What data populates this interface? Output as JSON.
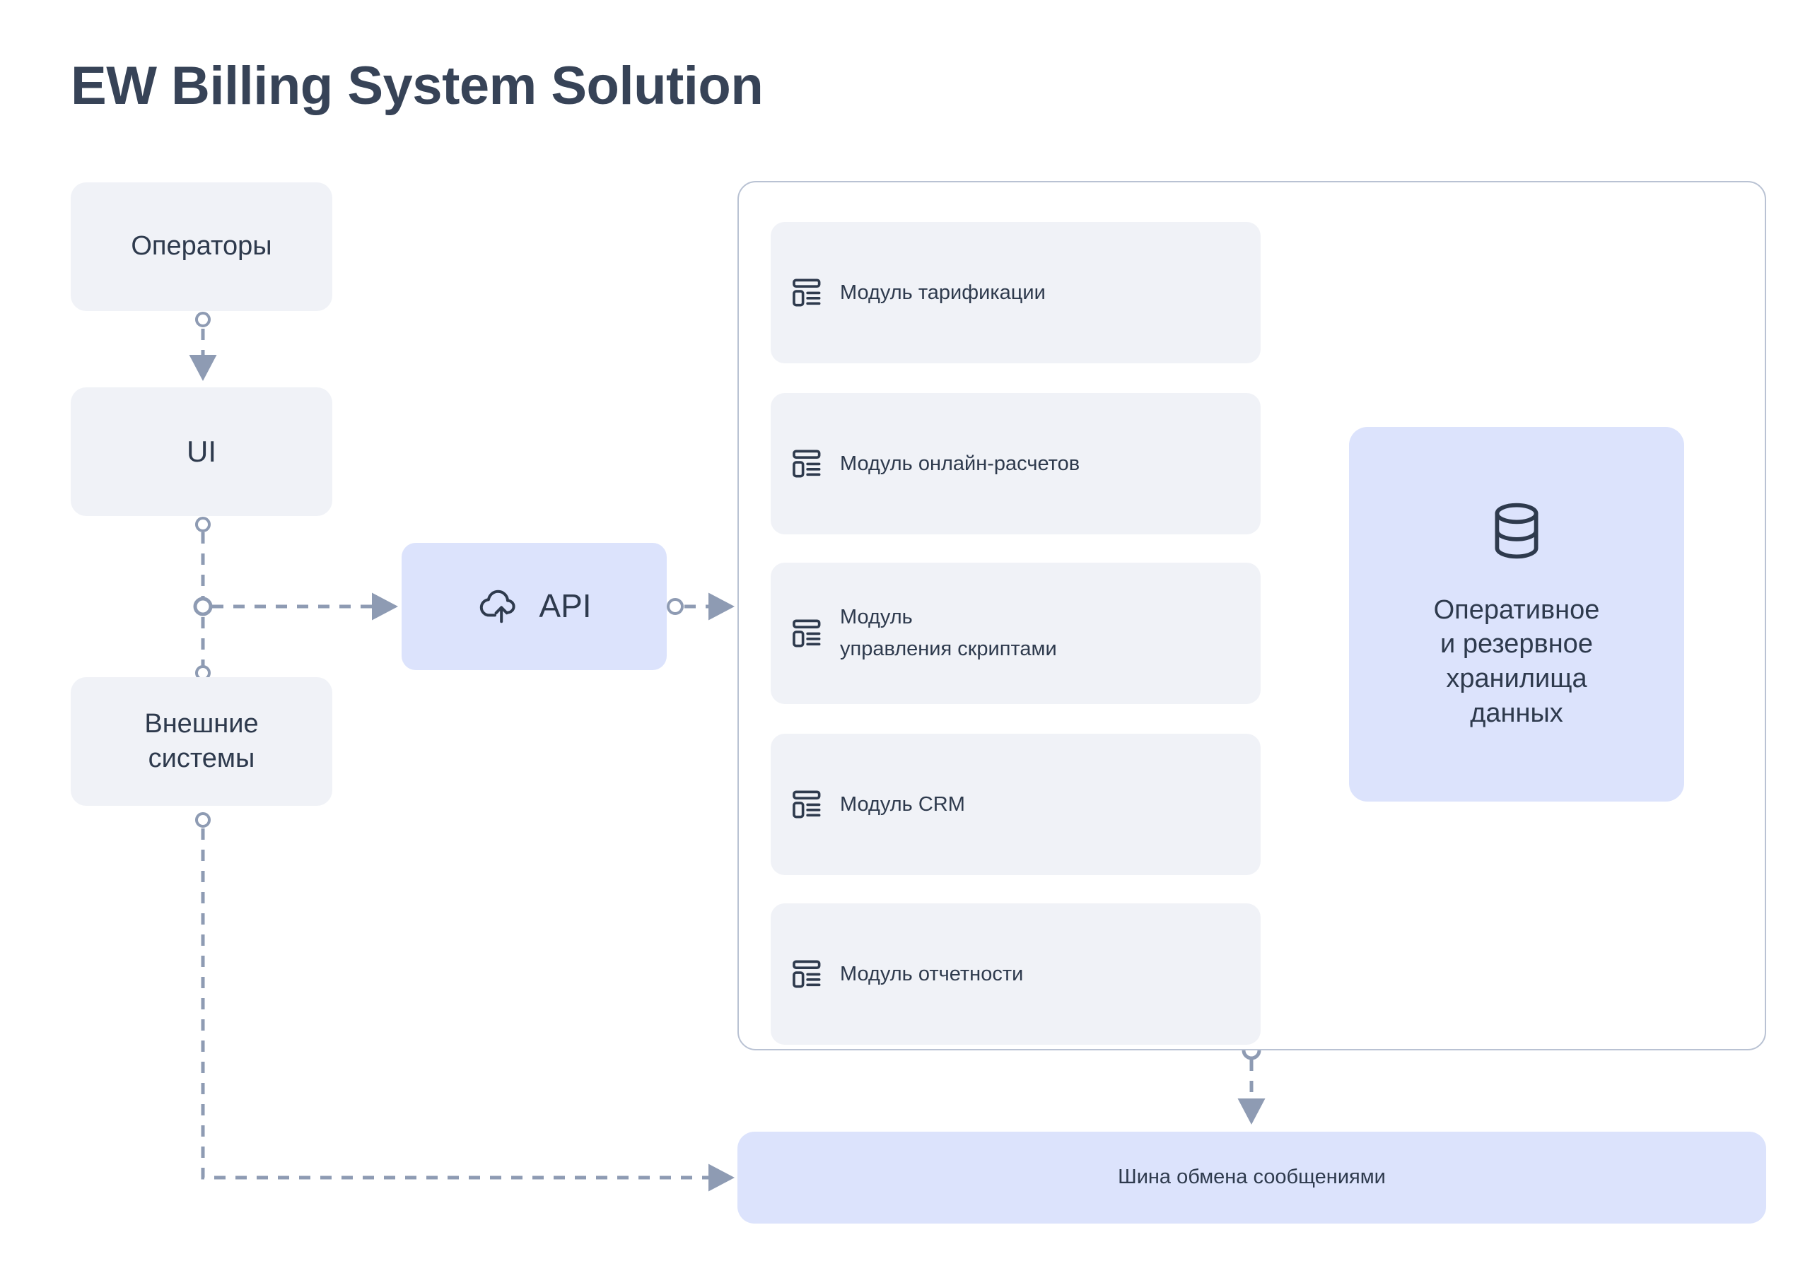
{
  "title": "EW Billing System Solution",
  "colors": {
    "text": "#2e3a4d",
    "title": "#374357",
    "node_grey": "#f0f2f7",
    "node_lavender": "#dce3fc",
    "connector": "#8e9bb3",
    "container_border": "#b9c2d3",
    "background": "#ffffff"
  },
  "left_column": {
    "operators": {
      "label": "Операторы",
      "icon": ""
    },
    "ui": {
      "label": "UI",
      "icon": ""
    },
    "external_systems": {
      "label": "Внешние\nсистемы",
      "icon": ""
    }
  },
  "api": {
    "label": "API",
    "icon": "cloud-upload-icon"
  },
  "system_container": {
    "modules": [
      {
        "label": "Модуль тарификации",
        "icon": "module-layout-icon"
      },
      {
        "label": "Модуль онлайн-расчетов",
        "icon": "module-layout-icon"
      },
      {
        "label": "Модуль\nуправления скриптами",
        "icon": "module-layout-icon"
      },
      {
        "label": "Модуль CRM",
        "icon": "module-layout-icon"
      },
      {
        "label": "Модуль отчетности",
        "icon": "module-layout-icon"
      }
    ],
    "storage": {
      "label": "Оперативное\nи резервное\nхранилища\nданных",
      "icon": "database-icon"
    }
  },
  "message_bus": {
    "label": "Шина обмена сообщениями"
  },
  "connections": [
    {
      "from": "operators",
      "to": "ui",
      "style": "dashed",
      "arrow": true
    },
    {
      "from": "ui",
      "to": "api",
      "style": "dashed",
      "arrow": true
    },
    {
      "from": "api",
      "to": "system_container",
      "style": "dashed",
      "arrow": true
    },
    {
      "from": "external_systems",
      "to": "message_bus",
      "style": "dashed",
      "arrow": true
    },
    {
      "from": "system_container",
      "to": "message_bus",
      "style": "dashed",
      "arrow": true
    }
  ]
}
